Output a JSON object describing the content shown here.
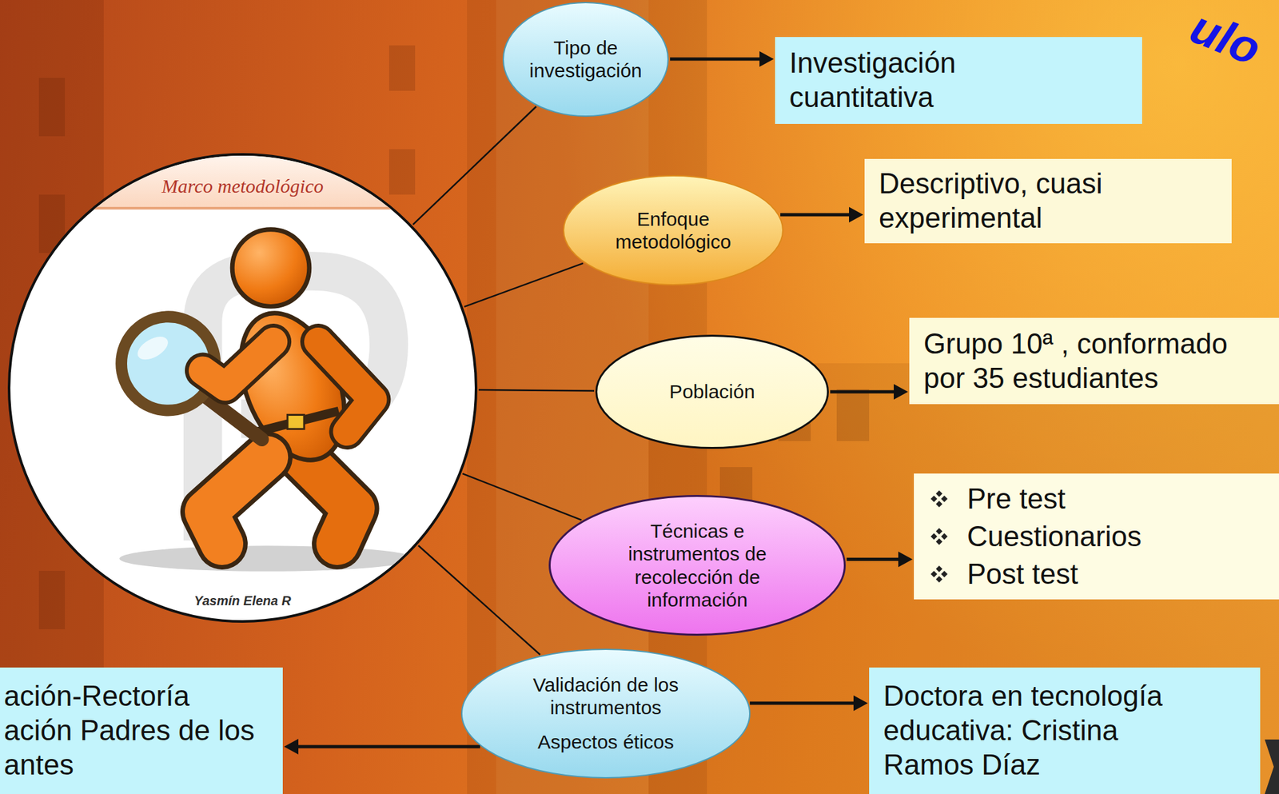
{
  "diagram": {
    "nodes": [
      {
        "text": [
          "Marco metodológico",
          "Yasmín Elena R"
        ]
      },
      {
        "text": [
          "Tipo de investigación"
        ]
      },
      {
        "text": [
          "Investigación cuantitativa"
        ]
      },
      {
        "text": [
          "Enfoque metodológico"
        ]
      },
      {
        "text": [
          "Descriptivo, cuasi experimental"
        ]
      },
      {
        "text": [
          "Población"
        ]
      },
      {
        "text": [
          "Grupo 10ª , conformado por 35 estudiantes"
        ]
      },
      {
        "text": [
          "Técnicas e instrumentos de recolección de información"
        ]
      },
      {
        "text": [
          "Pre test",
          "Cuestionarios",
          "Post test"
        ]
      },
      {
        "text": [
          "Validación de los instrumentos",
          "Aspectos éticos"
        ]
      },
      {
        "text": [
          "Doctora en tecnología educativa: Cristina Ramos Díaz"
        ]
      },
      {
        "text": [
          "ación-Rectoría",
          "ación Padres de los antes"
        ]
      }
    ],
    "edges": [
      {
        "from": 0,
        "to": 1,
        "arrow": "none"
      },
      {
        "from": 0,
        "to": 3,
        "arrow": "none"
      },
      {
        "from": 0,
        "to": 5,
        "arrow": "none"
      },
      {
        "from": 0,
        "to": 7,
        "arrow": "none"
      },
      {
        "from": 0,
        "to": 9,
        "arrow": "none"
      },
      {
        "from": 1,
        "to": 2,
        "arrow": "to"
      },
      {
        "from": 3,
        "to": 4,
        "arrow": "to"
      },
      {
        "from": 5,
        "to": 6,
        "arrow": "to"
      },
      {
        "from": 7,
        "to": 8,
        "arrow": "to"
      },
      {
        "from": 9,
        "to": 10,
        "arrow": "to"
      },
      {
        "from": 9,
        "to": 11,
        "arrow": "to"
      }
    ],
    "labels": [
      "ulo"
    ]
  }
}
